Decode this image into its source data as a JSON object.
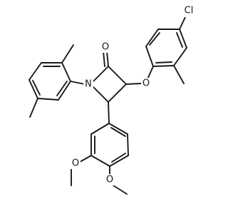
{
  "molecule": {
    "atoms": {
      "cl": "Cl",
      "o_ketone": "O",
      "o_ether": "O",
      "n_ring": "N",
      "o_meo_a": "O",
      "o_meo_b": "O"
    }
  },
  "colors": {
    "bond": "#1a1a1a",
    "label": "#1a1a1a",
    "background": "#ffffff"
  }
}
